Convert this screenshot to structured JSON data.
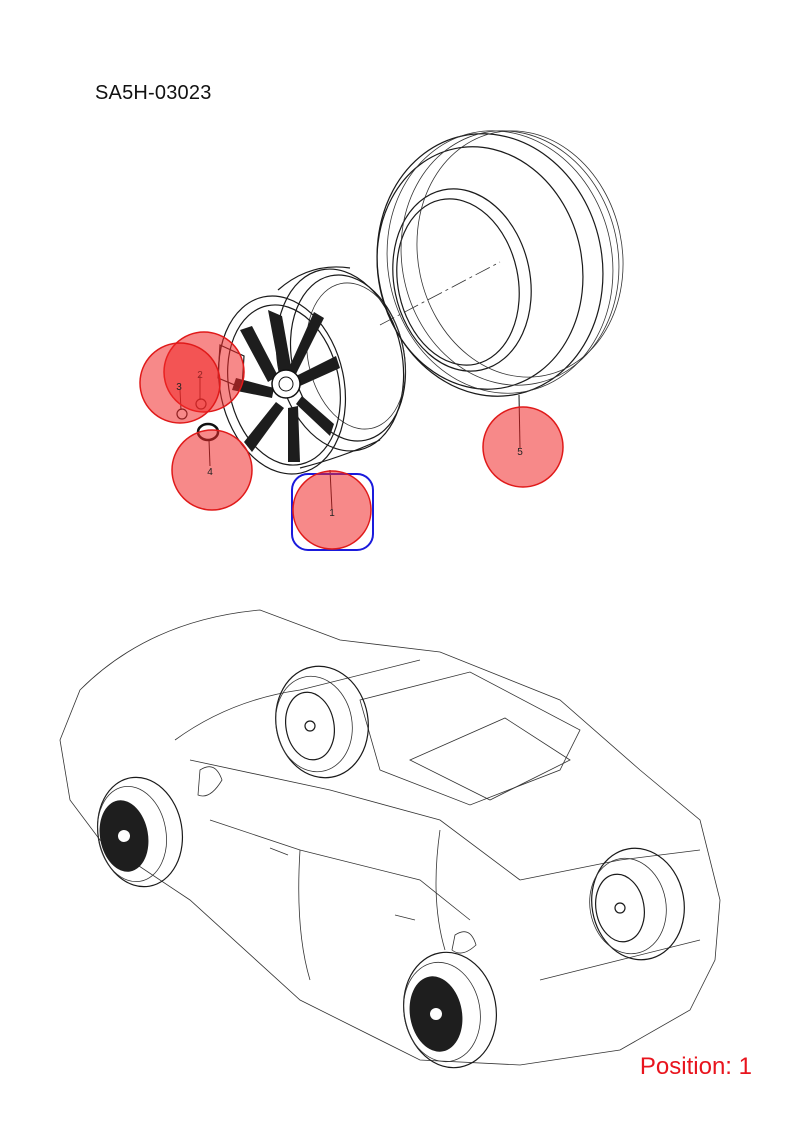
{
  "header": {
    "code": "SA5H-03023"
  },
  "callouts": [
    {
      "num": "1",
      "selected": true
    },
    {
      "num": "2",
      "selected": false
    },
    {
      "num": "3",
      "selected": false
    },
    {
      "num": "4",
      "selected": false
    },
    {
      "num": "5",
      "selected": false
    }
  ],
  "footer": {
    "position_text": "Position: 1"
  },
  "colors": {
    "callout_fill": "#f02828",
    "selected_outline": "#1a1adc",
    "position_text": "#e8141d"
  }
}
